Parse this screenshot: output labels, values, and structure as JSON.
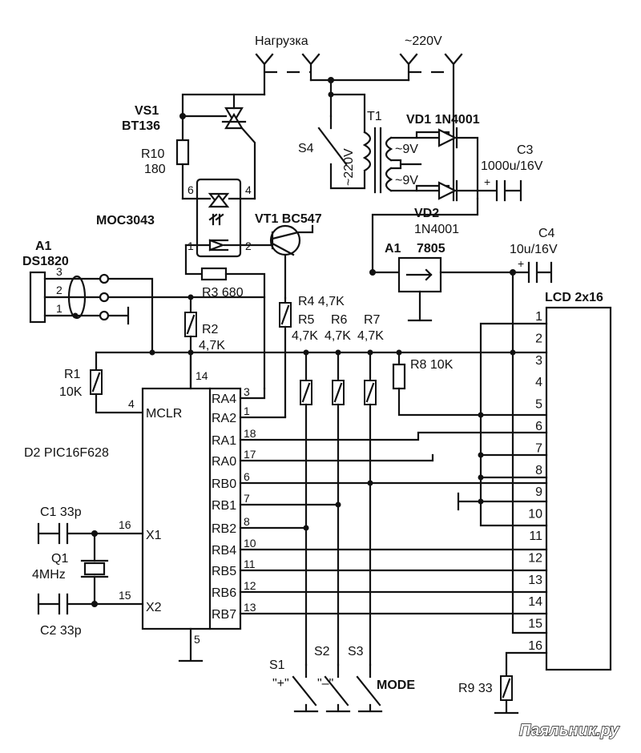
{
  "labels": {
    "load": "Нагрузка",
    "mains": "~220V",
    "t1": "T1",
    "s4": "S4",
    "t1_primary": "~220V",
    "t1_sec1": "~9V",
    "t1_sec2": "~9V",
    "vd1": "VD1 1N4001",
    "vd2": "VD2",
    "vd2_type": "1N4001",
    "c3": "C3",
    "c3_value": "1000u/16V",
    "c4": "C4",
    "c4_value": "10u/16V",
    "vs1": "VS1",
    "vs1_type": "BT136",
    "r10": "R10",
    "r10_value": "180",
    "moc": "MOC3043",
    "moc_pin6": "6",
    "moc_pin4": "4",
    "moc_pin1": "1",
    "moc_pin2": "2",
    "vt1": "VT1 BC547",
    "a1_reg": "A1",
    "a1_reg_type": "7805",
    "a1_sensor": "A1",
    "a1_sensor_type": "DS1820",
    "sensor_pin3": "3",
    "sensor_pin2": "2",
    "sensor_pin1": "1",
    "r3": "R3 680",
    "r4": "R4 4,7K",
    "r2": "R2",
    "r2_value": "4,7K",
    "r5": "R5",
    "r5_value": "4,7K",
    "r6": "R6",
    "r6_value": "4,7K",
    "r7": "R7",
    "r7_value": "4,7K",
    "r8": "R8 10K",
    "r1": "R1",
    "r1_value": "10K",
    "lcd": "LCD 2x16",
    "d2": "D2 PIC16F628",
    "mclr": "MCLR",
    "c1": "C1 33p",
    "c2": "C2 33p",
    "q1": "Q1",
    "q1_value": "4MHz",
    "r9": "R9 33",
    "s1": "S1",
    "s1_sub": "\"+\"",
    "s2": "S2",
    "s2_sub": "\"–\"",
    "s3": "S3",
    "s3_sub": "MODE",
    "watermark": "Паяльник.ру"
  },
  "mcu_pins": {
    "pin14": "14",
    "pin4": "4",
    "pin16": "16",
    "pin15": "15",
    "pin5": "5",
    "x1": "X1",
    "x2": "X2",
    "right": [
      {
        "name": "RA4",
        "num": "3"
      },
      {
        "name": "RA2",
        "num": "1"
      },
      {
        "name": "RA1",
        "num": "18"
      },
      {
        "name": "RA0",
        "num": "17"
      },
      {
        "name": "RB0",
        "num": "6"
      },
      {
        "name": "RB1",
        "num": "7"
      },
      {
        "name": "RB2",
        "num": "8"
      },
      {
        "name": "RB4",
        "num": "10"
      },
      {
        "name": "RB5",
        "num": "11"
      },
      {
        "name": "RB6",
        "num": "12"
      },
      {
        "name": "RB7",
        "num": "13"
      }
    ]
  },
  "lcd_pins": [
    "1",
    "2",
    "3",
    "4",
    "5",
    "6",
    "7",
    "8",
    "9",
    "10",
    "11",
    "12",
    "13",
    "14",
    "15",
    "16"
  ]
}
